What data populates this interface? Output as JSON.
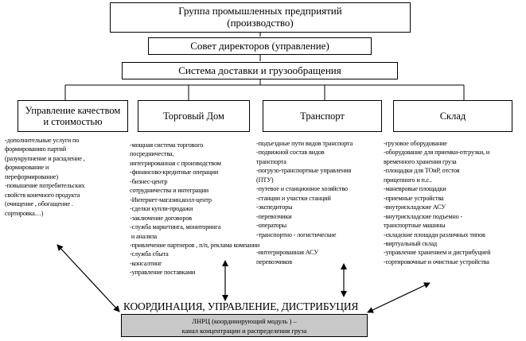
{
  "top": {
    "group_line1": "Группа промышленных предприятий",
    "group_line2": "(производство)",
    "board": "Совет директоров (управление)",
    "delivery": "Система доставки и грузообращения"
  },
  "divisions": [
    {
      "title_line1": "Управление качеством",
      "title_line2": "и стоимостью",
      "items": "-дополнительные услуги по\nформированию партий\n(разукрупнение и расщление ,\nформирование и\nпереформирование)\n-повышение потребительских\nсвойств конечного продукта\n(очищение , обогащение .\nсортировка…)"
    },
    {
      "title_line1": "Торговый Дом",
      "title_line2": "",
      "items": "-мощная система торгового\nпосредничества,\nинтегрированная с производством\n-финансово-кредитные операции\n-бизнес-центр\nсотрудничества и интеграции\n-Интернет-магазин,колл-центр\n-сделки купли-продажи\n-заключение договоров\n-служба маркетинга, мониторинга\n и анализа\n-привлечение партнеров , п/п, реклама компании\n-служба сбыта\n-консалтинг\n-управление поставками"
    },
    {
      "title_line1": "Транспорт",
      "title_line2": "",
      "items": "-подъездные пути видов транспорта\n-подвижной состав видов\nтранспорта\n-погрузо-транспортные управления\n(ПТУ)\n-путевое и станционное хозяйство\n-станции и участки станций\n-экспедиторы\n-перевозчики\n-операторы\n-транспортно - логистические\n\n-интегрированная АСУ\nперевозчиков"
    },
    {
      "title_line1": "Склад",
      "title_line2": "",
      "items": "-грузовое оборудование\n-оборудование для приемки-отгрузки, и\nвременного хранения груза\n-площадки для ТОиР, отстоя\nприцепного и п.с..\n-маневровые площадки\n-приемные устройства\n-внутрискладские АСУ\n-внутрискладские подъемно -\nтранспортные машины\n-складские площади различных типов\n-виртуальный склад\n-управление хранением и дистрибуцией\n-сортировочные и очистные устройства"
    }
  ],
  "coordination": "КООРДИНАЦИЯ, УПРАВЛЕНИЕ, ДИСТРИБУЦИЯ",
  "center": {
    "line1": "ЛНРЦ (координирующий модуль ) –",
    "line2": "канал концентрации и распределения груза"
  }
}
